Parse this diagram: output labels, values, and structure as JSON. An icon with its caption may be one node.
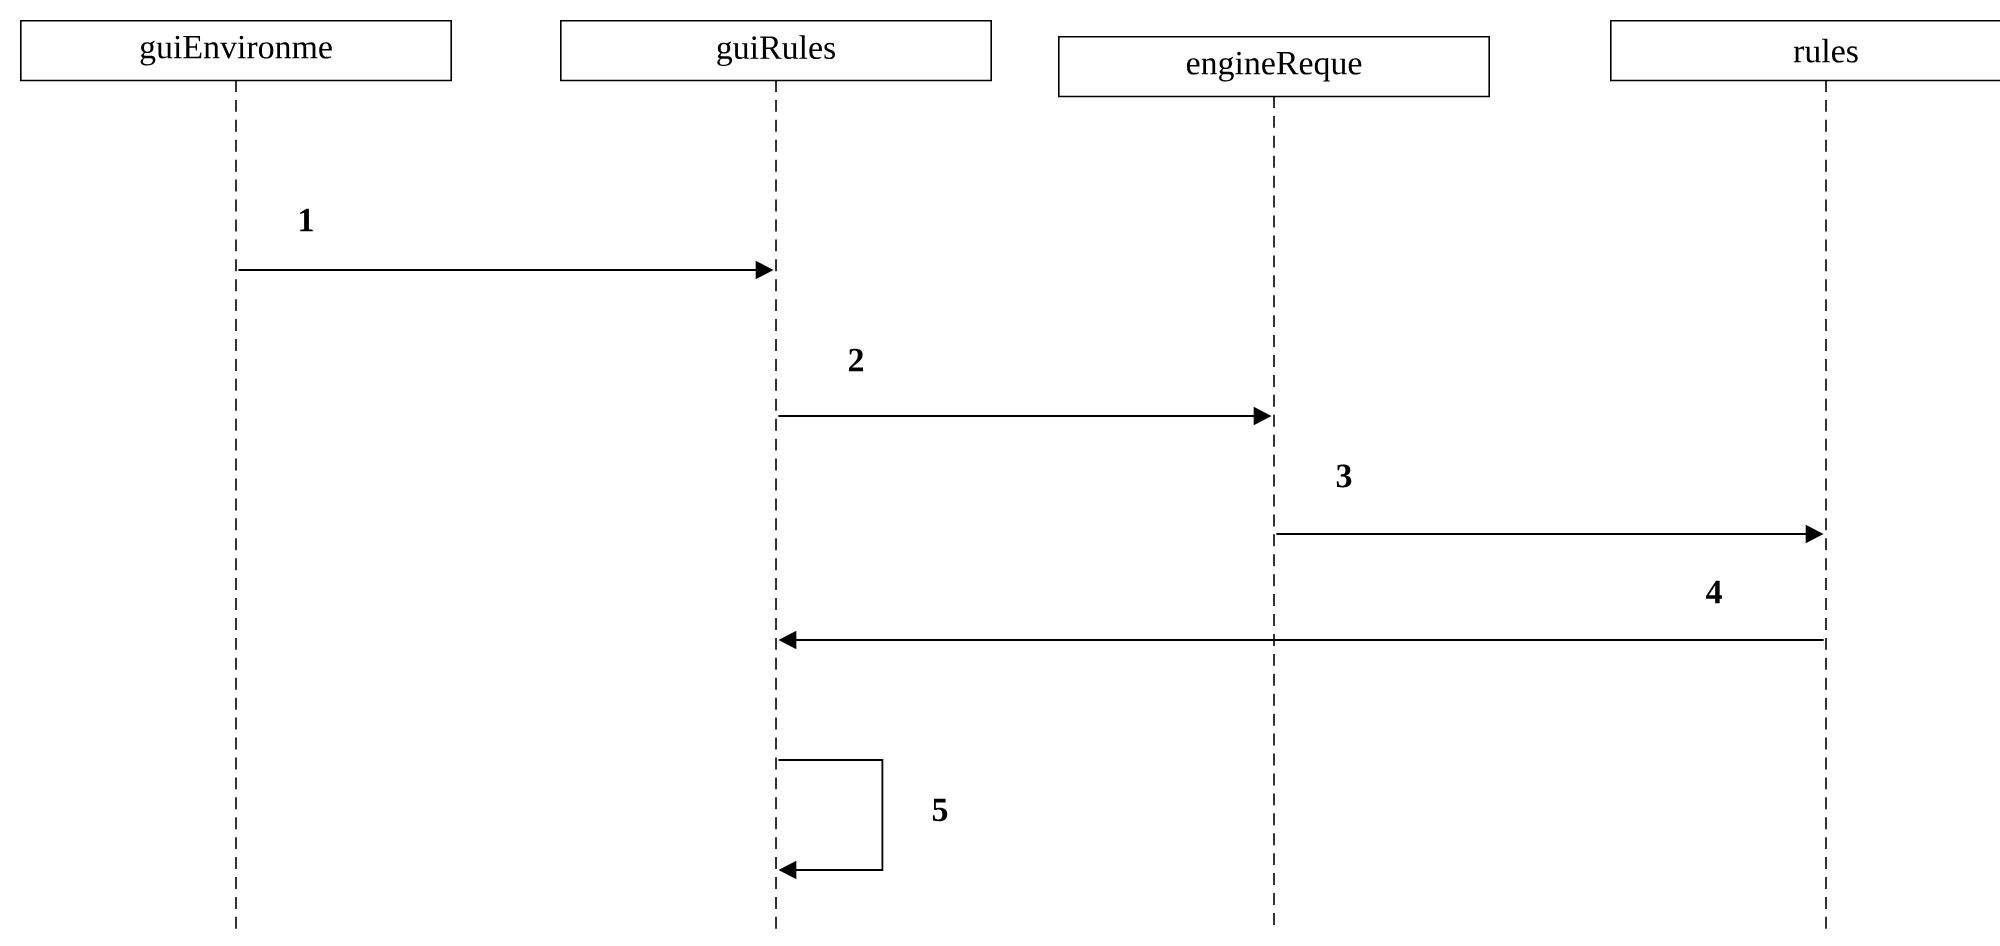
{
  "diagram": {
    "nodes": [
      {
        "text": [
          "guiEnvironme"
        ]
      },
      {
        "text": [
          "guiRules"
        ]
      },
      {
        "text": [
          "engineReque"
        ]
      },
      {
        "text": [
          "rules"
        ]
      },
      {
        "text": [],
        "shape": "line"
      },
      {
        "text": [],
        "shape": "line"
      },
      {
        "text": [],
        "shape": "line"
      },
      {
        "text": [],
        "shape": "line"
      }
    ],
    "edges": [
      {
        "from": 4,
        "to": 5,
        "arrow": "to",
        "label": "1"
      },
      {
        "from": 5,
        "to": 6,
        "arrow": "to",
        "label": "2"
      },
      {
        "from": 6,
        "to": 7,
        "arrow": "to",
        "label": "3"
      },
      {
        "from": 7,
        "to": 5,
        "arrow": "to",
        "label": "4"
      },
      {
        "from": 5,
        "to": 5,
        "arrow": "to",
        "label": "5"
      }
    ]
  }
}
